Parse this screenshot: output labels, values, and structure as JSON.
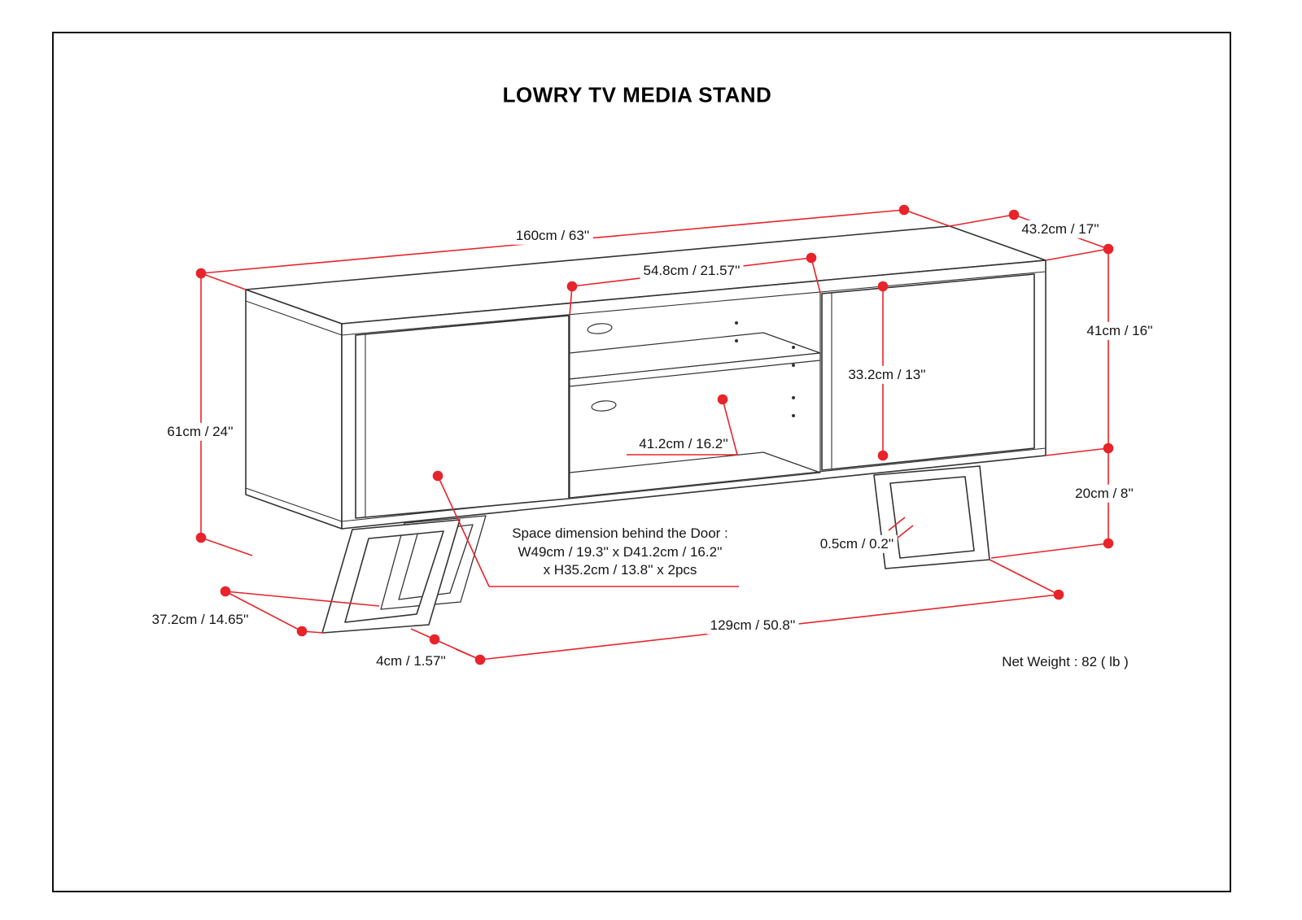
{
  "title": "LOWRY TV MEDIA STAND",
  "diagram": {
    "dimensions": {
      "top_width": "160cm / 63''",
      "top_depth": "43.2cm / 17''",
      "opening_width": "54.8cm / 21.57''",
      "cabinet_height": "41cm / 16''",
      "opening_height": "33.2cm / 13''",
      "overall_height": "61cm / 24''",
      "shelf_depth": "41.2cm / 16.2''",
      "leg_height": "20cm / 8''",
      "metal_thickness": "0.5cm / 0.2''",
      "base_depth": "37.2cm / 14.65''",
      "foot_width": "4cm / 1.57''",
      "base_span": "129cm / 50.8''"
    },
    "door_note": {
      "line1": "Space dimension behind the Door :",
      "line2": "W49cm / 19.3'' x D41.2cm / 16.2''",
      "line3": "x H35.2cm / 13.8'' x 2pcs"
    },
    "net_weight": "Net Weight : 82 ( lb )"
  },
  "colors": {
    "dimension_red": "#e8232a",
    "drawing_line": "#333333",
    "border_black": "#111111"
  }
}
